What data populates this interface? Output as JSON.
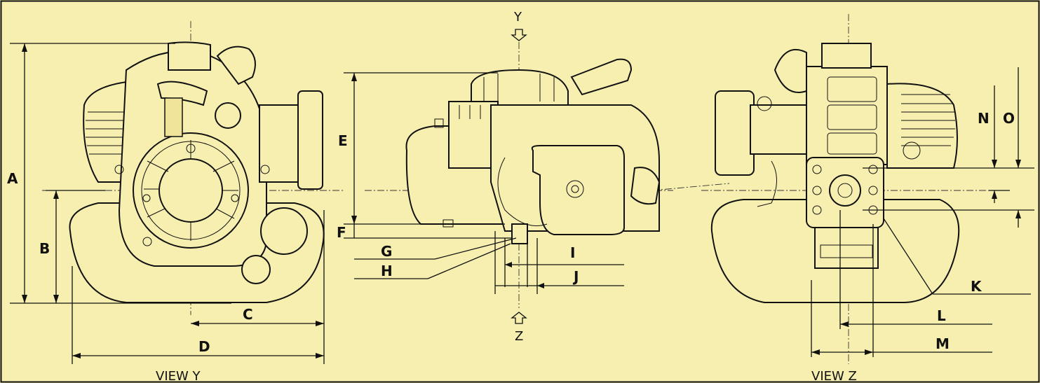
{
  "views": {
    "y": {
      "caption": "VIEW Y"
    },
    "z": {
      "caption": "VIEW Z"
    }
  },
  "arrows": {
    "top": "Y",
    "bottom": "Z"
  },
  "dimensions": {
    "A": "A",
    "B": "B",
    "C": "C",
    "D": "D",
    "E": "E",
    "F": "F",
    "G": "G",
    "H": "H",
    "I": "I",
    "J": "J",
    "K": "K",
    "L": "L",
    "M": "M",
    "N": "N",
    "O": "O"
  },
  "colors": {
    "background": "#f7efb0",
    "ink": "#111111"
  }
}
